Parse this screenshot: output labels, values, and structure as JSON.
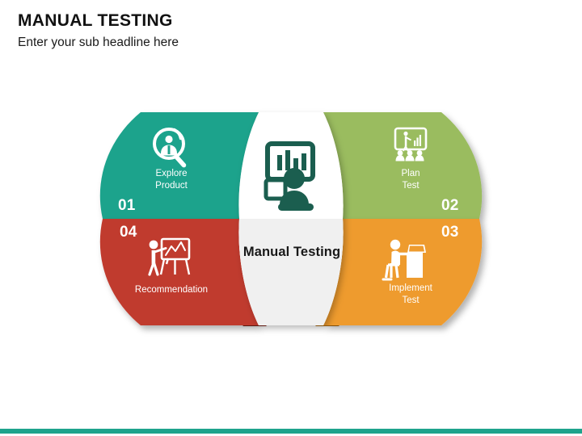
{
  "header": {
    "title": "MANUAL TESTING",
    "subtitle": "Enter your sub headline here"
  },
  "diagram": {
    "center": {
      "label": "Manual Testing",
      "icon": "presentation-chart-person-icon",
      "icon_color": "#1b5e4f",
      "top_background": "#ffffff",
      "bottom_background": "#f0f0f0"
    },
    "segments": [
      {
        "number": "01",
        "label": "Explore\nProduct",
        "color": "#1fa38c",
        "icon": "magnifier-person-icon",
        "position": "top-left"
      },
      {
        "number": "02",
        "label": "Plan\nTest",
        "color": "#9abc5e",
        "icon": "presenter-audience-icon",
        "position": "top-right"
      },
      {
        "number": "03",
        "label": "Implement\nTest",
        "color": "#ee9b2e",
        "icon": "person-at-desk-icon",
        "position": "bottom-right"
      },
      {
        "number": "04",
        "label": "Recommendation",
        "color": "#c03b2e",
        "icon": "person-easel-icon",
        "position": "bottom-left"
      }
    ]
  },
  "footer": {
    "accent_color": "#1fa38c"
  }
}
